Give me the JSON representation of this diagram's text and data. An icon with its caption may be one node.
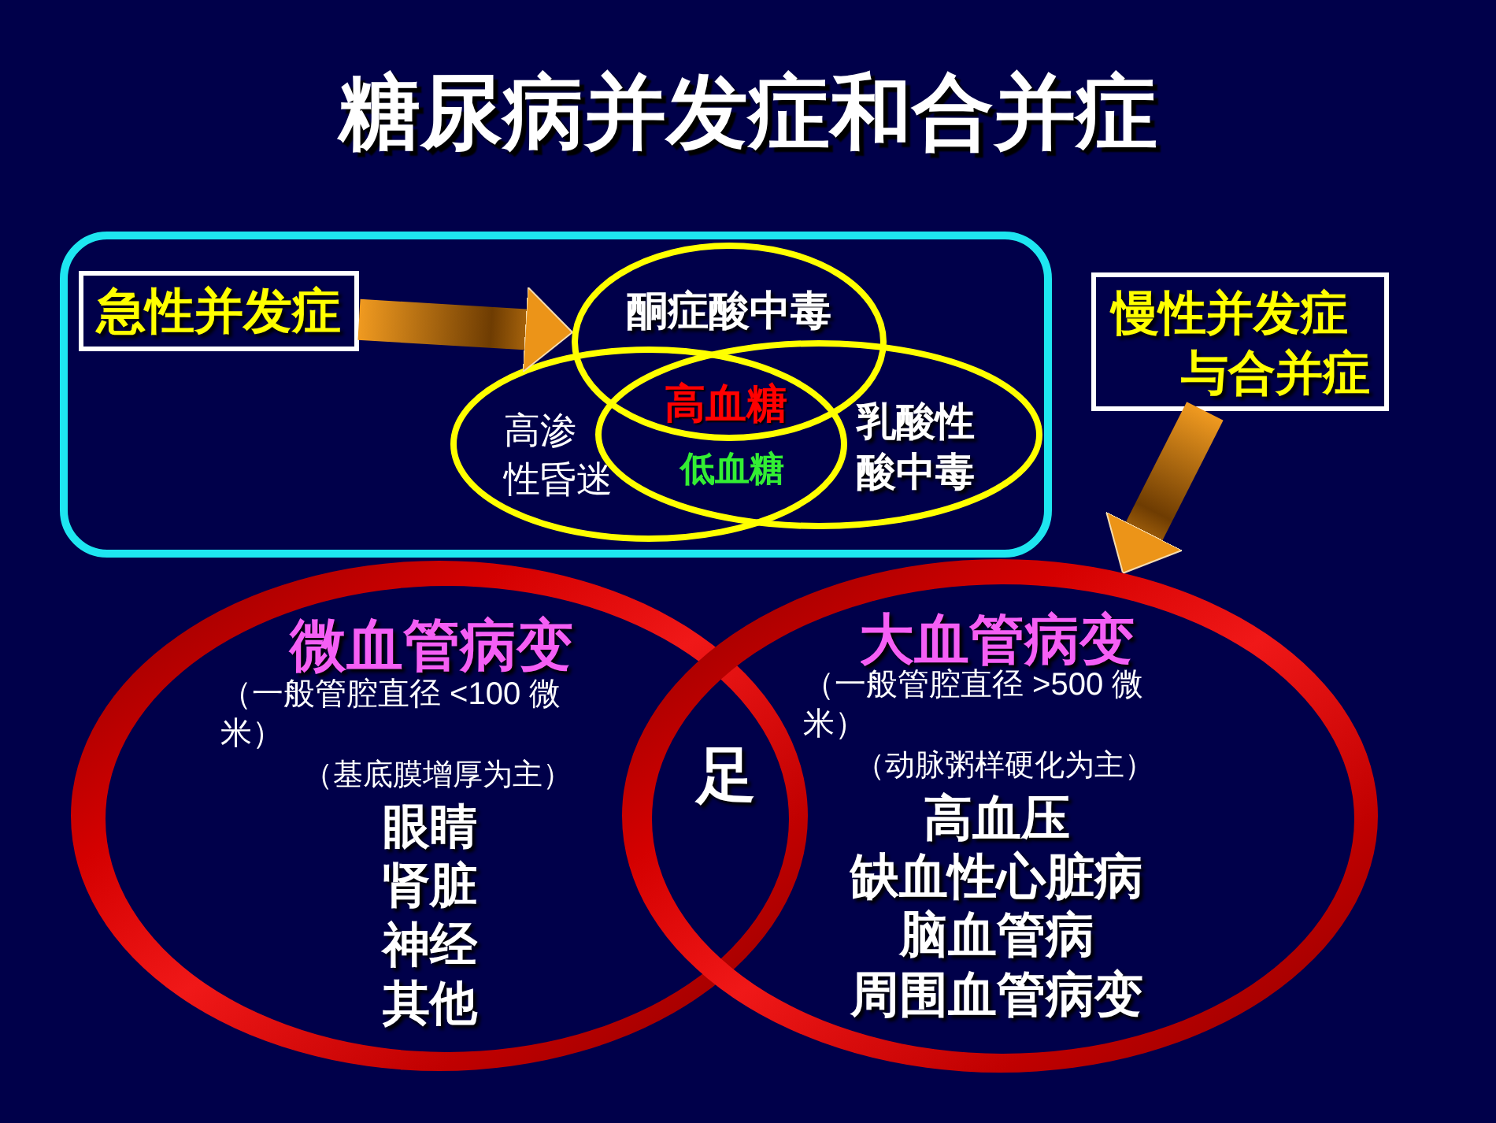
{
  "diagram": {
    "title": "糖尿病并发症和合并症",
    "nodes": [
      {
        "text": [],
        "shape": "box"
      },
      {
        "text": [
          "急性并发症"
        ],
        "in": 0
      },
      {
        "text": [
          "酮症酸中毒"
        ],
        "in": 0
      },
      {
        "text": [
          "高渗性昏迷"
        ],
        "in": 0
      },
      {
        "text": [
          "乳酸性酸中毒"
        ],
        "in": 0
      },
      {
        "text": [
          "慢性并发症与合并症"
        ]
      },
      {
        "text": [
          "微血管病变",
          "（一般管腔直径 <100 微米）",
          "（基底膜增厚为主）",
          "眼睛",
          "肾脏",
          "神经",
          "其他"
        ]
      },
      {
        "text": [
          "大血管病变",
          "（一般管腔直径 >500 微米）",
          "（动脉粥样硬化为主）",
          "高血压",
          "缺血性心脏病",
          "脑血管病",
          "周围血管病变"
        ]
      }
    ],
    "edges": [
      {
        "from": 1,
        "to": 2,
        "arrow": "to"
      },
      {
        "from": 5,
        "to": 7,
        "arrow": "to"
      }
    ],
    "labels": [
      "高血糖",
      "低血糖",
      "足"
    ]
  }
}
